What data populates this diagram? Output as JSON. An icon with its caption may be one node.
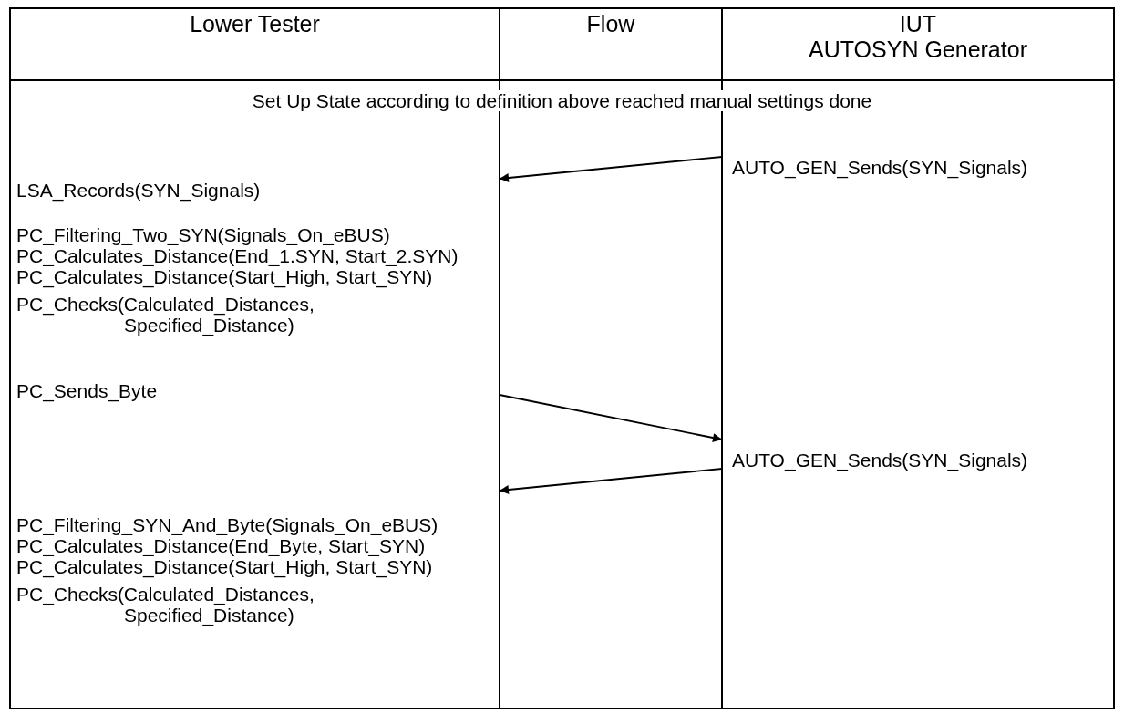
{
  "diagram": {
    "nodes": [
      {
        "text": [
          "Lower Tester"
        ]
      },
      {
        "text": [
          "IUT",
          "AUTOSYN Generator"
        ]
      }
    ],
    "edges": [
      {
        "from": 1,
        "to": 0,
        "arrow": "to"
      },
      {
        "from": 0,
        "to": 1,
        "arrow": "to"
      },
      {
        "from": 1,
        "to": 0,
        "arrow": "to"
      }
    ],
    "labels": [
      "Flow",
      "Set Up State according to definition above reached manual settings done",
      "AUTO_GEN_Sends(SYN_Signals)",
      "LSA_Records(SYN_Signals)",
      "PC_Filtering_Two_SYN(Signals_On_eBUS)",
      "PC_Calculates_Distance(End_1.SYN, Start_2.SYN)",
      "PC_Calculates_Distance(Start_High, Start_SYN)",
      "PC_Checks(Calculated_Distances, Specified_Distance)",
      "PC_Sends_Byte",
      "AUTO_GEN_Sends(SYN_Signals)",
      "PC_Filtering_SYN_And_Byte(Signals_On_eBUS)",
      "PC_Calculates_Distance(End_Byte, Start_SYN)",
      "PC_Calculates_Distance(Start_High, Start_SYN)",
      "PC_Checks(Calculated_Distances, Specified_Distance)"
    ]
  }
}
